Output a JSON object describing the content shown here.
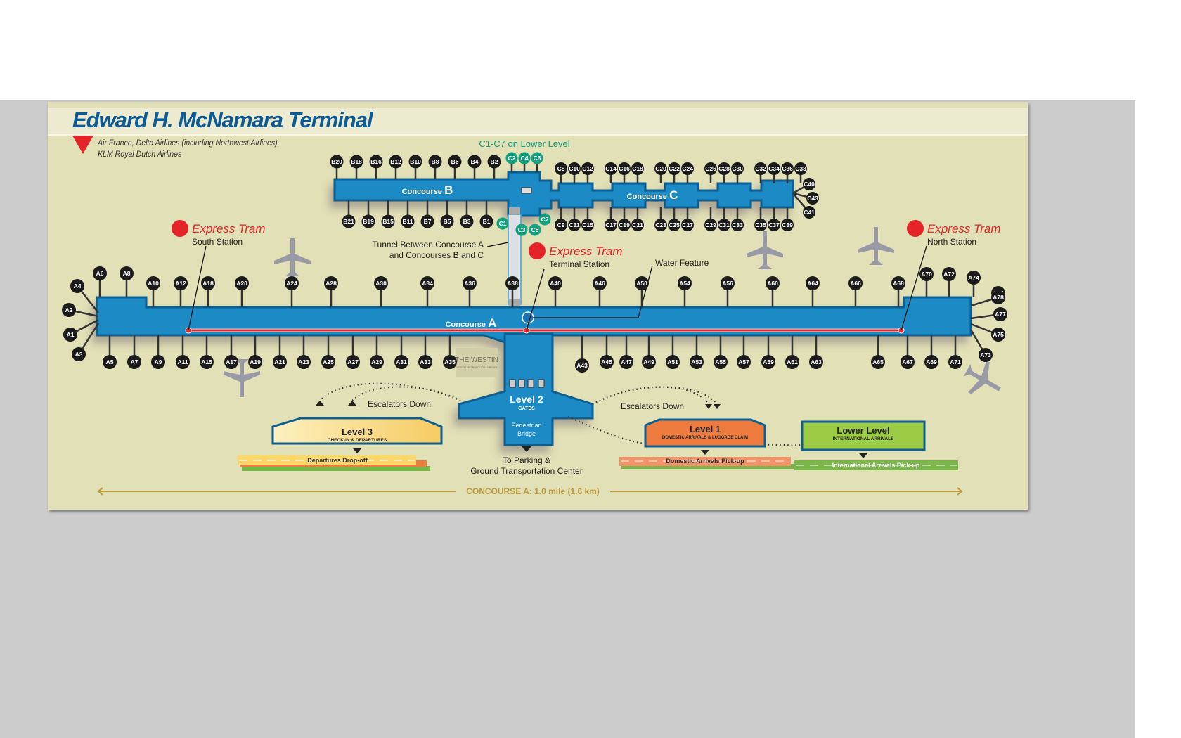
{
  "title": "Edward H. McNamara Terminal",
  "airlines_legend": {
    "icon": "red-triangle-marker",
    "line1": "Air France, Delta Airlines (including Northwest Airlines),",
    "line2": "KLM Royal Dutch Airlines"
  },
  "lower_level_note": "C1-C7 on Lower Level",
  "concourses": {
    "A": {
      "prefix": "Concourse",
      "letter": "A"
    },
    "B": {
      "prefix": "Concourse",
      "letter": "B"
    },
    "C": {
      "prefix": "Concourse",
      "letter": "C"
    }
  },
  "gates": {
    "b_top": [
      "B20",
      "B18",
      "B16",
      "B12",
      "B10",
      "B8",
      "B6",
      "B4",
      "B2"
    ],
    "b_bottom": [
      "B21",
      "B19",
      "B15",
      "B11",
      "B7",
      "B5",
      "B3",
      "B1"
    ],
    "c_lower_top": [
      "C2",
      "C4",
      "C6"
    ],
    "c_lower_bottom": [
      "C1",
      "C3",
      "C5",
      "C7"
    ],
    "c_top": [
      "C8",
      "C10",
      "C12",
      "C14",
      "C16",
      "C18",
      "C20",
      "C22",
      "C24",
      "C26",
      "C28",
      "C30",
      "C32",
      "C34",
      "C36",
      "C38"
    ],
    "c_end": [
      "C40",
      "C43",
      "C41"
    ],
    "c_bottom": [
      "C9",
      "C11",
      "C15",
      "C17",
      "C19",
      "C21",
      "C23",
      "C25",
      "C27",
      "C29",
      "C31",
      "C33",
      "C35",
      "C37",
      "C39"
    ],
    "a_left_end": [
      "A4",
      "A2",
      "A1",
      "A3"
    ],
    "a_top": [
      "A6",
      "A8",
      "A10",
      "A12",
      "A18",
      "A20",
      "A24",
      "A28",
      "A30",
      "A34",
      "A36",
      "A38",
      "A40",
      "A46",
      "A50",
      "A54",
      "A56",
      "A60",
      "A64",
      "A66",
      "A68",
      "A70",
      "A72",
      "A74",
      "A76"
    ],
    "a_right_end": [
      "A78",
      "A77",
      "A75",
      "A73"
    ],
    "a_bottom": [
      "A5",
      "A7",
      "A9",
      "A11",
      "A15",
      "A17",
      "A19",
      "A21",
      "A23",
      "A25",
      "A27",
      "A29",
      "A31",
      "A33",
      "A35",
      "A43",
      "A45",
      "A47",
      "A49",
      "A51",
      "A53",
      "A55",
      "A57",
      "A59",
      "A61",
      "A63",
      "A65",
      "A67",
      "A69",
      "A71"
    ]
  },
  "tram_stations": [
    {
      "brand": "Express Tram",
      "station": "South Station"
    },
    {
      "brand": "Express Tram",
      "station": "Terminal Station"
    },
    {
      "brand": "Express Tram",
      "station": "North Station"
    }
  ],
  "annotations": {
    "tunnel_line1": "Tunnel Between Concourse A",
    "tunnel_line2": "and Concourses B and C",
    "water_feature": "Water Feature",
    "westin_name": "THE WESTIN",
    "westin_sub": "DETROIT METROPOLITAN AIRPORT",
    "escalators_left": "Escalators Down",
    "escalators_right": "Escalators Down",
    "parking_line1": "To Parking &",
    "parking_line2": "Ground Transportation Center"
  },
  "levels": {
    "level2": {
      "title": "Level 2",
      "sub": "GATES",
      "bridge1": "Pedestrian",
      "bridge2": "Bridge"
    },
    "level3": {
      "title": "Level 3",
      "sub": "CHECK-IN & DEPARTURES",
      "road": "Departures Drop-off"
    },
    "level1": {
      "title": "Level 1",
      "sub": "DOMESTIC ARRIVALS & LUGGAGE CLAIM",
      "road": "Domestic Arrivals Pick-up"
    },
    "lower": {
      "title": "Lower Level",
      "sub": "INTERNATIONAL ARRIVALS",
      "road": "International Arrivals Pick-up"
    }
  },
  "scale_bar": "CONCOURSE A: 1.0 mile (1.6 km)",
  "colors": {
    "background": "#e2e0b6",
    "concourse_blue": "#1e8ac4",
    "concourse_dark": "#0d5f91",
    "gate_black": "#1b1b1b",
    "gate_green": "#13a07e",
    "tram_red": "#e5242a",
    "title_blue": "#0c5a96",
    "scale_gold": "#b99a3e",
    "level3_yellow": "#fbe49b",
    "level1_orange": "#ee7b3e",
    "lower_green": "#9ccc45",
    "plane_gray": "#9a9aa6"
  }
}
